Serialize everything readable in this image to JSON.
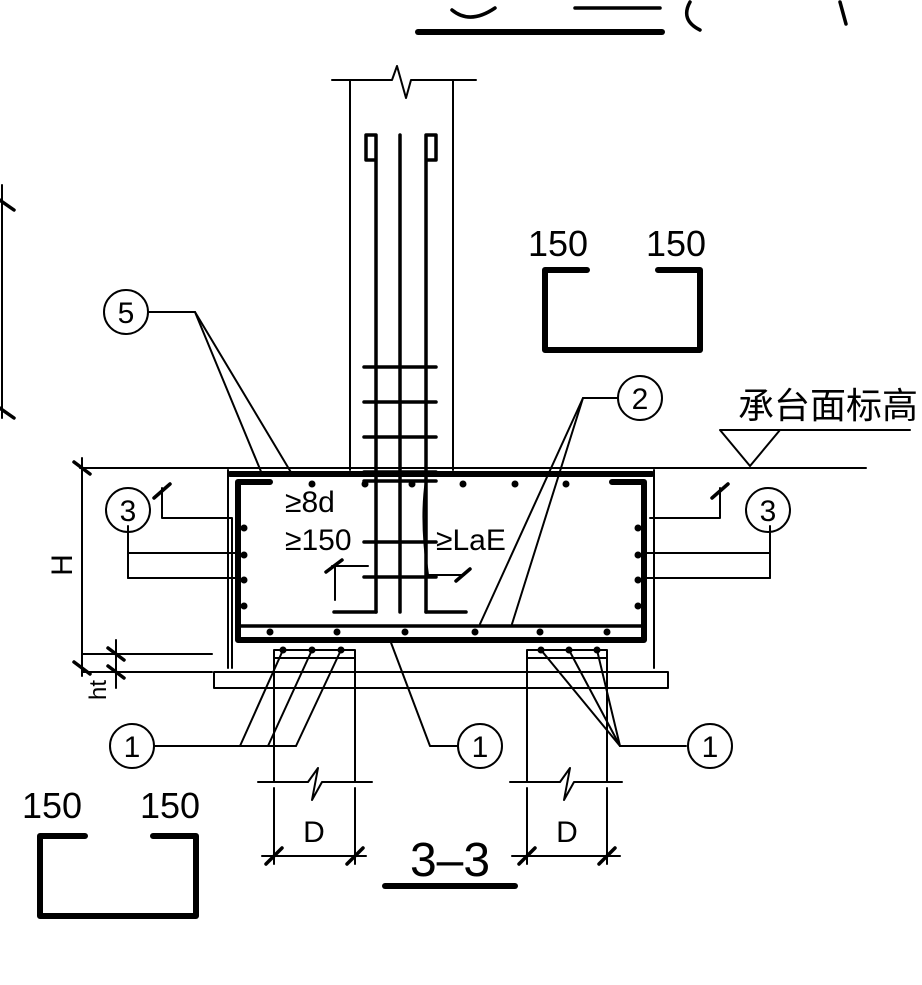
{
  "section_label": "3–3",
  "elevation_label": "承台面标高",
  "dims": {
    "H": "H",
    "ht": "ht",
    "D_left": "D",
    "D_right": "D",
    "anchor_8d": "≥8d",
    "anchor_150": "≥150",
    "anchor_LaE": "≥LaE"
  },
  "hook_detail_top": {
    "left": "150",
    "right": "150"
  },
  "hook_detail_bottom": {
    "left": "150",
    "right": "150"
  },
  "callouts": {
    "c5": "5",
    "c2": "2",
    "c3_left": "3",
    "c3_right": "3",
    "c1_a": "1",
    "c1_b": "1",
    "c1_c": "1"
  }
}
